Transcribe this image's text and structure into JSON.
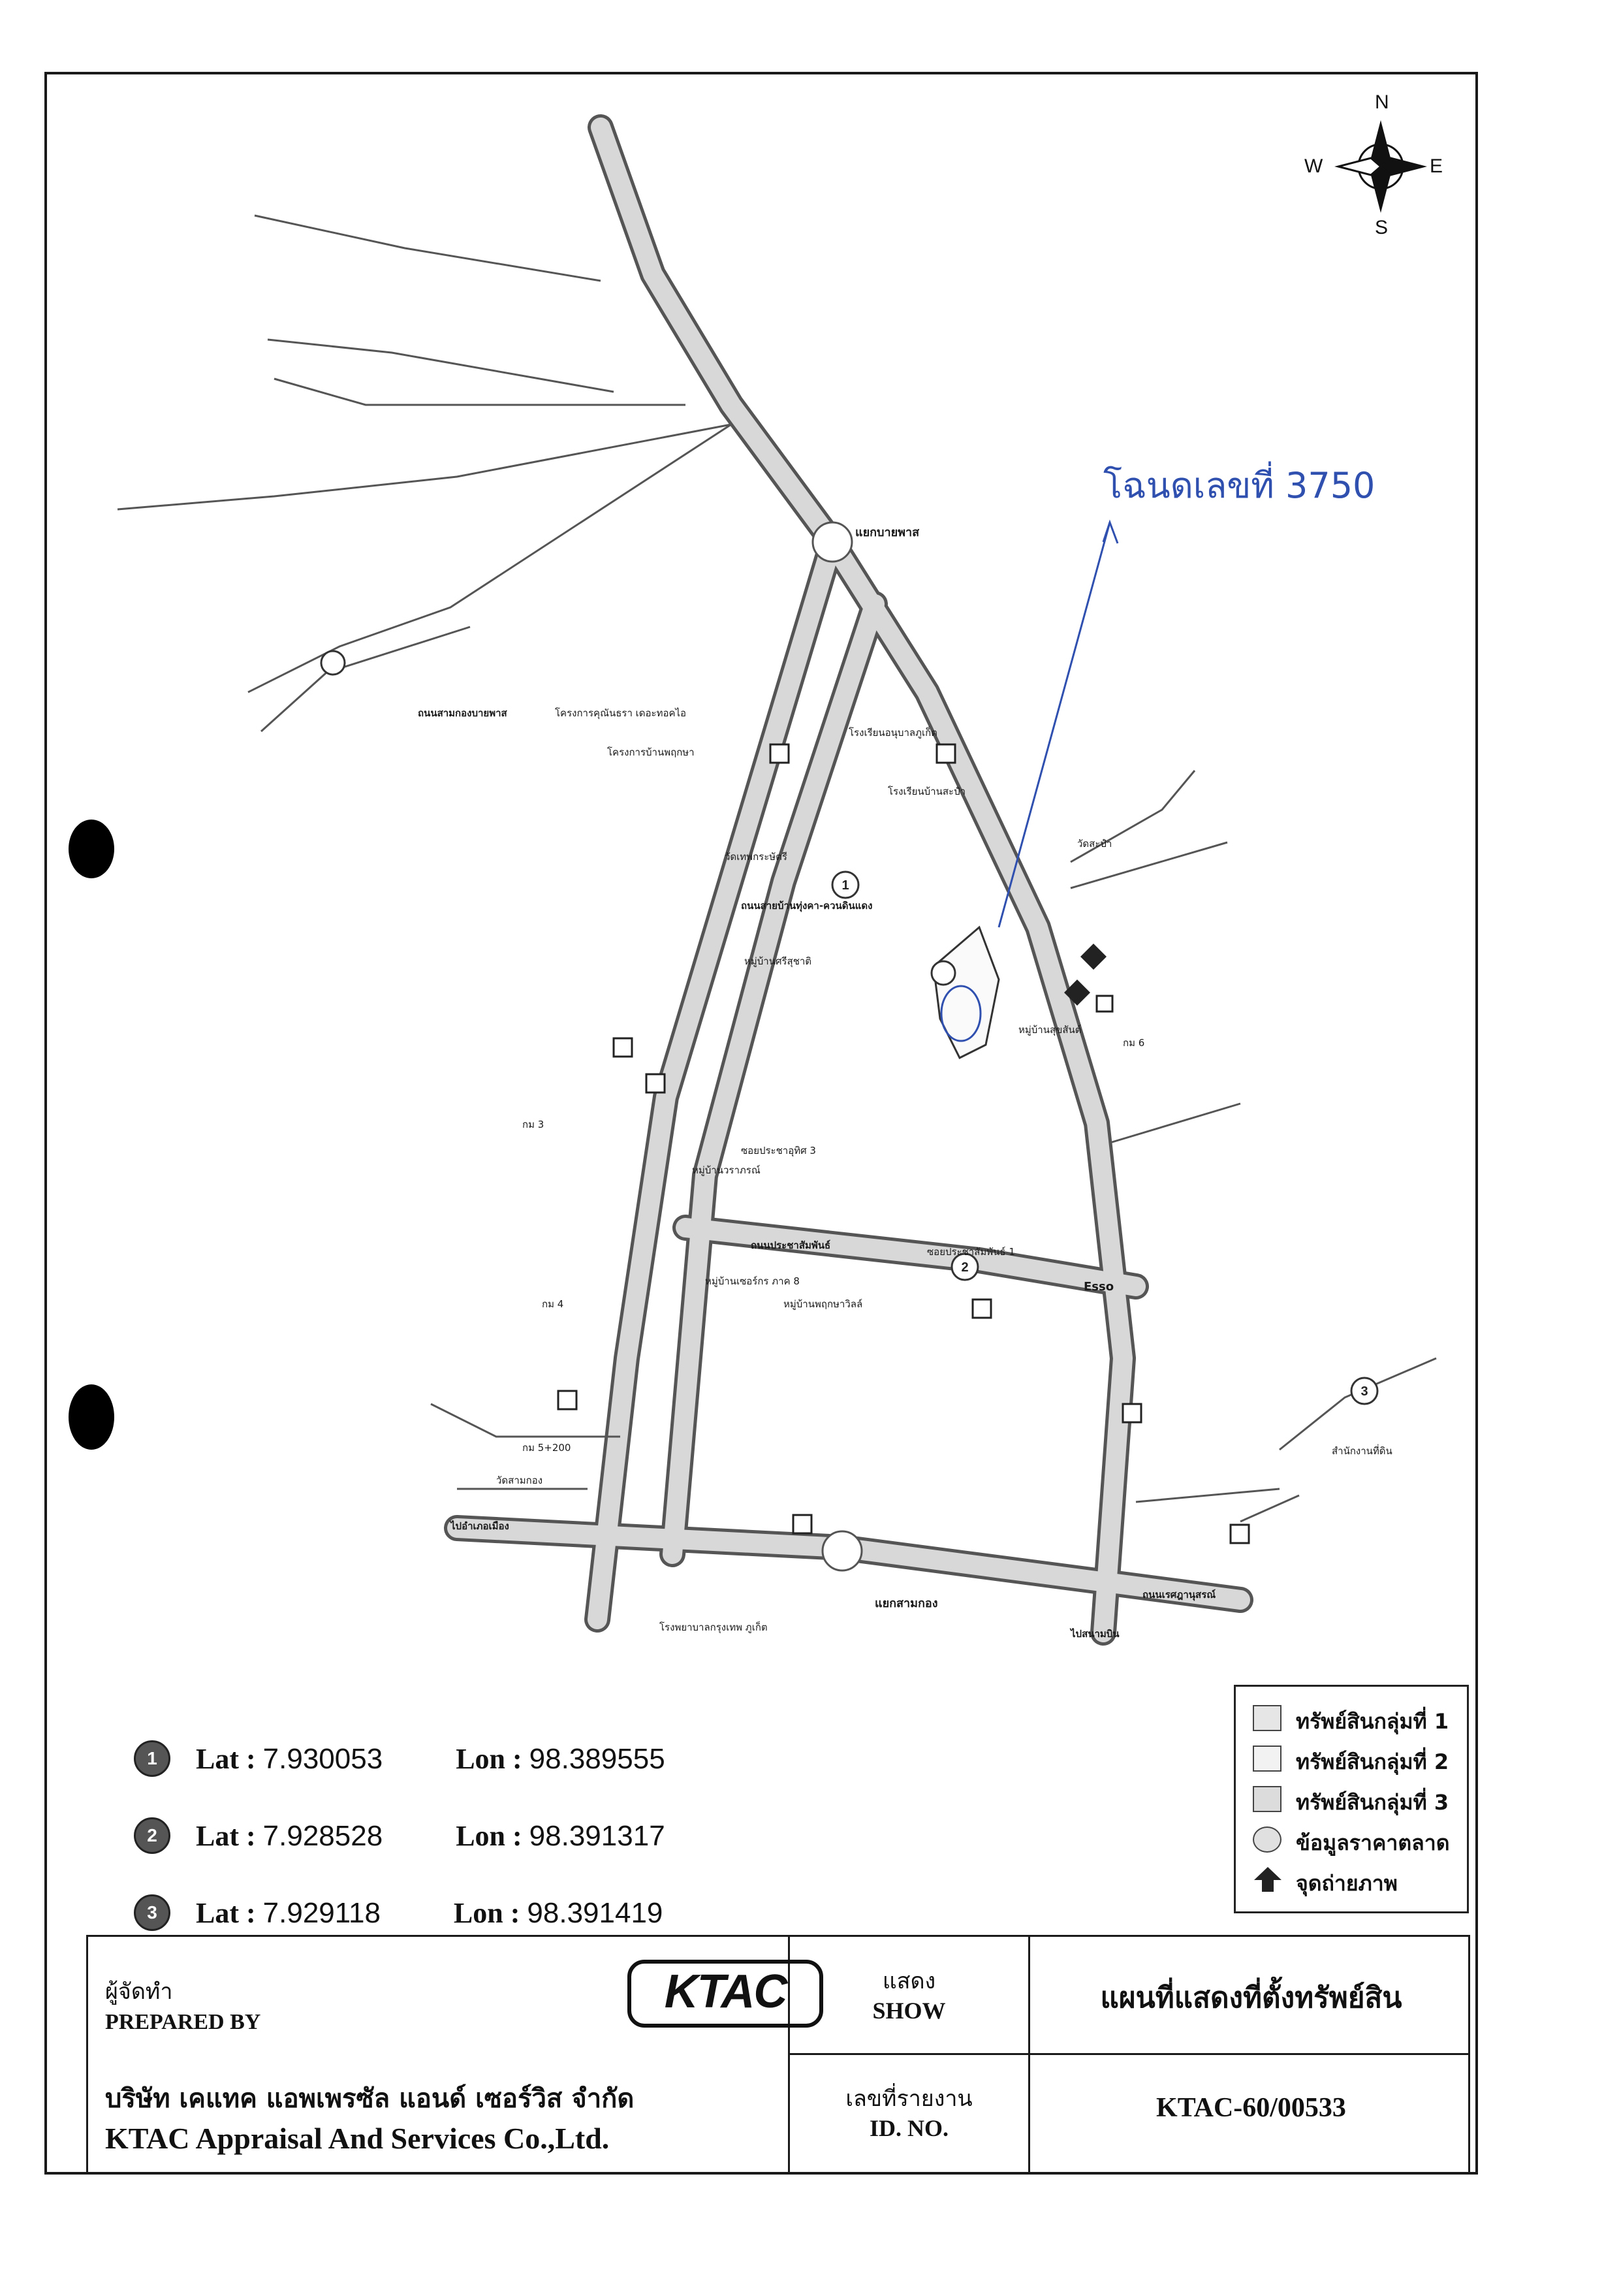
{
  "compass": {
    "n": "N",
    "s": "S",
    "e": "E",
    "w": "W"
  },
  "handwritten_note": "โฉนดเลขที่ 3750",
  "map_labels": {
    "junction_north": "แยกบายพาส",
    "junction_south": "แยกสามกอง",
    "road_samakkee": "ถนนสามกองบายพาส",
    "road_prachasamphan": "ถนนประชาสัมพันธ์",
    "road_ratsada": "ถนนเรศฎานุสรณ์",
    "road_bangkhu": "ถนนสายบ้านทุ่งคา-ควนดินแดง",
    "soi_1": "ซอยประชาสัมพันธ์ 1",
    "soi_3": "ซอยประชาอุทิศ 3",
    "ptt_esso": "Esso",
    "km_3": "กม 3",
    "km_4": "กม 4",
    "km_6": "กม 6",
    "km_5200": "กม 5+200",
    "to_phuket": "ไปอำเภอเมือง",
    "to_airport": "ไปสนามบิน",
    "wat_1": "วัดสะปำ",
    "wat_2": "วัดเทพกระษัตรี",
    "wat_3": "วัดสามกอง",
    "village_1": "หมู่บ้านเซอร์กร ภาค 8",
    "village_2": "หมู่บ้านสุขสันต์",
    "village_3": "หมู่บ้านวราภรณ์",
    "village_4": "หมู่บ้านพฤกษาวิลล์",
    "village_5": "หมู่บ้านศรีสุชาติ",
    "project_1": "โครงการคุณันธรา เดอะทอคไอ",
    "project_2": "โครงการบ้านพฤกษา",
    "school_1": "โรงเรียนอนุบาลภูเก็ต",
    "school_2": "โรงเรียนบ้านสะปำ",
    "hospital": "โรงพยาบาลกรุงเทพ ภูเก็ต",
    "office": "สำนักงานที่ดิน"
  },
  "points": [
    {
      "id": "1",
      "lat_label": "Lat :",
      "lat": "7.930053",
      "lon_label": "Lon :",
      "lon": "98.389555"
    },
    {
      "id": "2",
      "lat_label": "Lat :",
      "lat": "7.928528",
      "lon_label": "Lon :",
      "lon": "98.391317"
    },
    {
      "id": "3",
      "lat_label": "Lat :",
      "lat": "7.929118",
      "lon_label": "Lon :",
      "lon": "98.391419"
    }
  ],
  "legend": {
    "group_1": "ทรัพย์สินกลุ่มที่ 1",
    "group_2": "ทรัพย์สินกลุ่มที่ 2",
    "group_3": "ทรัพย์สินกลุ่มที่ 3",
    "market": "ข้อมูลราคาตลาด",
    "photo": "จุดถ่ายภาพ"
  },
  "title_block": {
    "prepared_th": "ผู้จัดทำ",
    "prepared_en": "PREPARED BY",
    "company_th": "บริษัท เคแทค แอพเพรซัล แอนด์ เซอร์วิส จำกัด",
    "company_en": "KTAC Appraisal And Services Co.,Ltd.",
    "logo": "KTAC",
    "show_th": "แสดง",
    "show_en": "SHOW",
    "title": "แผนที่แสดงที่ตั้งทรัพย์สิน",
    "report_th": "เลขที่รายงาน",
    "report_en": "ID. NO.",
    "report_no": "KTAC-60/00533"
  },
  "colors": {
    "road_fill": "#d8d8d8",
    "road_edge": "#555555",
    "handwriting": "#3050b0",
    "frame": "#1a1a1a"
  }
}
